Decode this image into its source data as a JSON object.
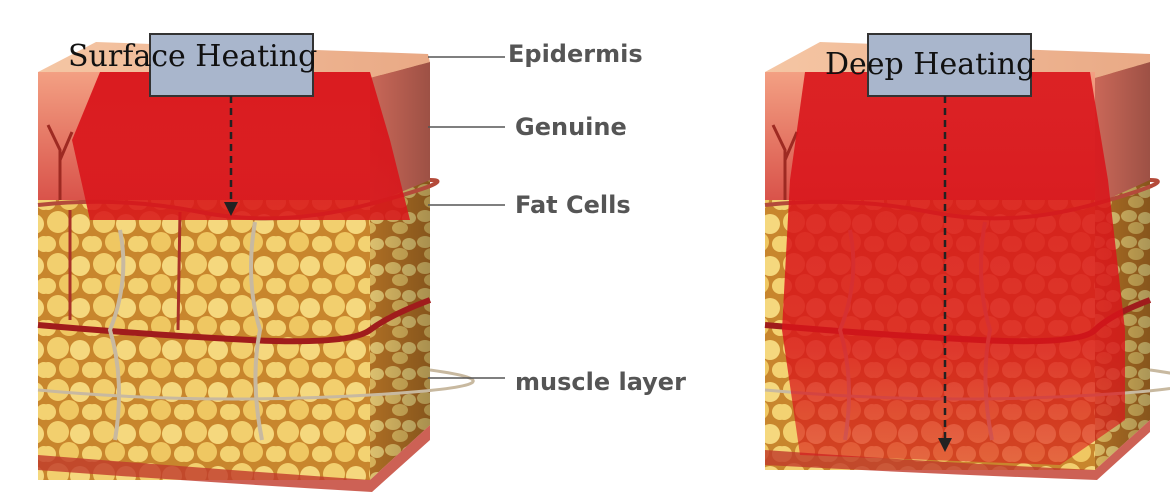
{
  "panels": {
    "left": {
      "title": "Surface Heating",
      "heat_depth": "surface"
    },
    "right": {
      "title": "Deep Heating",
      "heat_depth": "deep"
    }
  },
  "layers": [
    {
      "label": "Epidermis"
    },
    {
      "label": "Genuine"
    },
    {
      "label": "Fat Cells"
    },
    {
      "label": "muscle layer"
    }
  ],
  "colors": {
    "heat_red": "#d9141a",
    "fat_yellow": "#f2cf6e",
    "muscle_red": "#b0241e",
    "probe_fill": "#a9b6cc",
    "label_gray": "#555555"
  },
  "icons": [
    "skin-cross-section",
    "heating-probe",
    "dashed-arrow"
  ]
}
